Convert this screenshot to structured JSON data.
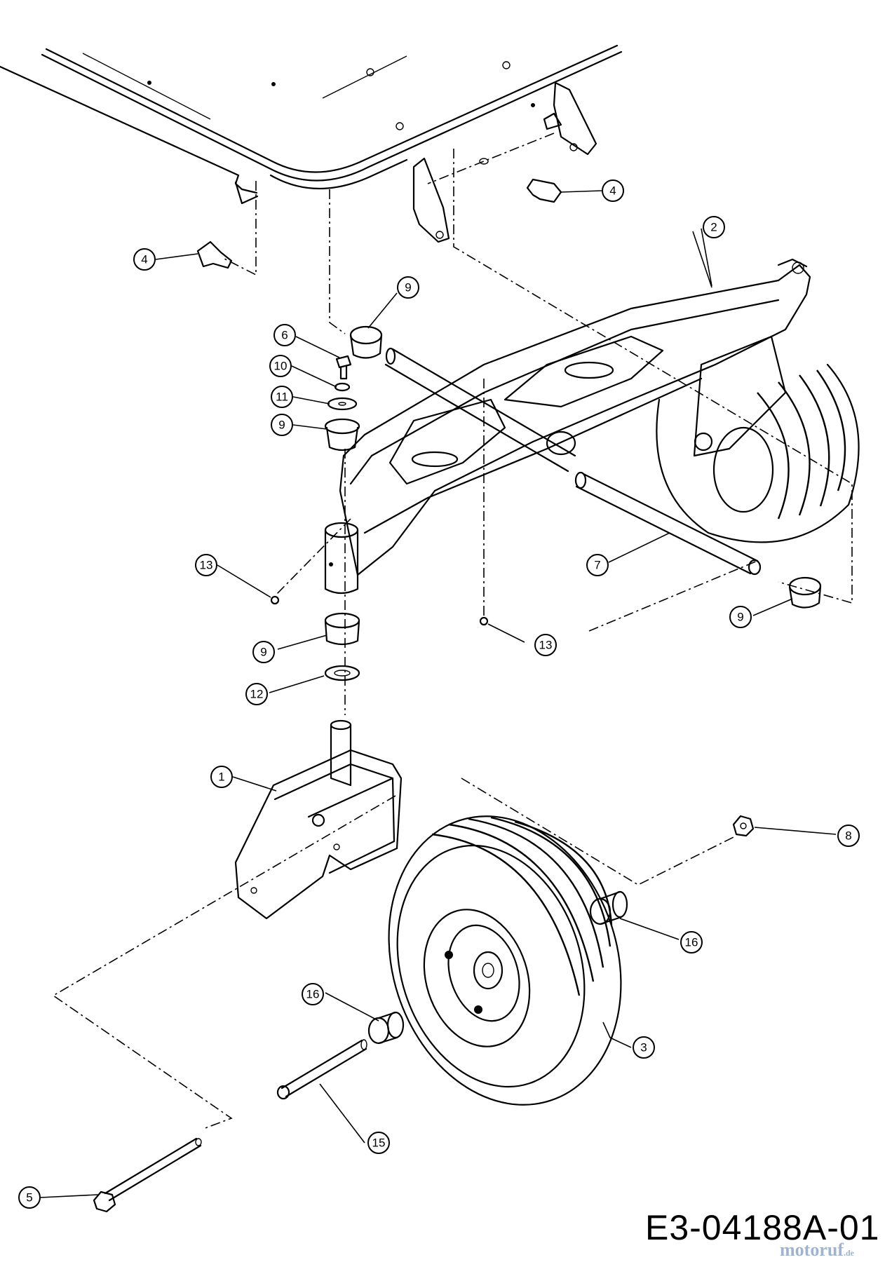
{
  "drawing_code": "E3-04188A-01",
  "watermark": {
    "brand": "motoruf",
    "tld": ".de"
  },
  "callouts": [
    {
      "id": "c-4a",
      "label": "4"
    },
    {
      "id": "c-4b",
      "label": "4"
    },
    {
      "id": "c-2",
      "label": "2"
    },
    {
      "id": "c-9a",
      "label": "9"
    },
    {
      "id": "c-6",
      "label": "6"
    },
    {
      "id": "c-10",
      "label": "10"
    },
    {
      "id": "c-11",
      "label": "11"
    },
    {
      "id": "c-9b",
      "label": "9"
    },
    {
      "id": "c-13a",
      "label": "13"
    },
    {
      "id": "c-7",
      "label": "7"
    },
    {
      "id": "c-13b",
      "label": "13"
    },
    {
      "id": "c-9c",
      "label": "9"
    },
    {
      "id": "c-9d",
      "label": "9"
    },
    {
      "id": "c-12",
      "label": "12"
    },
    {
      "id": "c-1",
      "label": "1"
    },
    {
      "id": "c-8",
      "label": "8"
    },
    {
      "id": "c-16a",
      "label": "16"
    },
    {
      "id": "c-16b",
      "label": "16"
    },
    {
      "id": "c-3",
      "label": "3"
    },
    {
      "id": "c-15",
      "label": "15"
    },
    {
      "id": "c-5",
      "label": "5"
    }
  ]
}
